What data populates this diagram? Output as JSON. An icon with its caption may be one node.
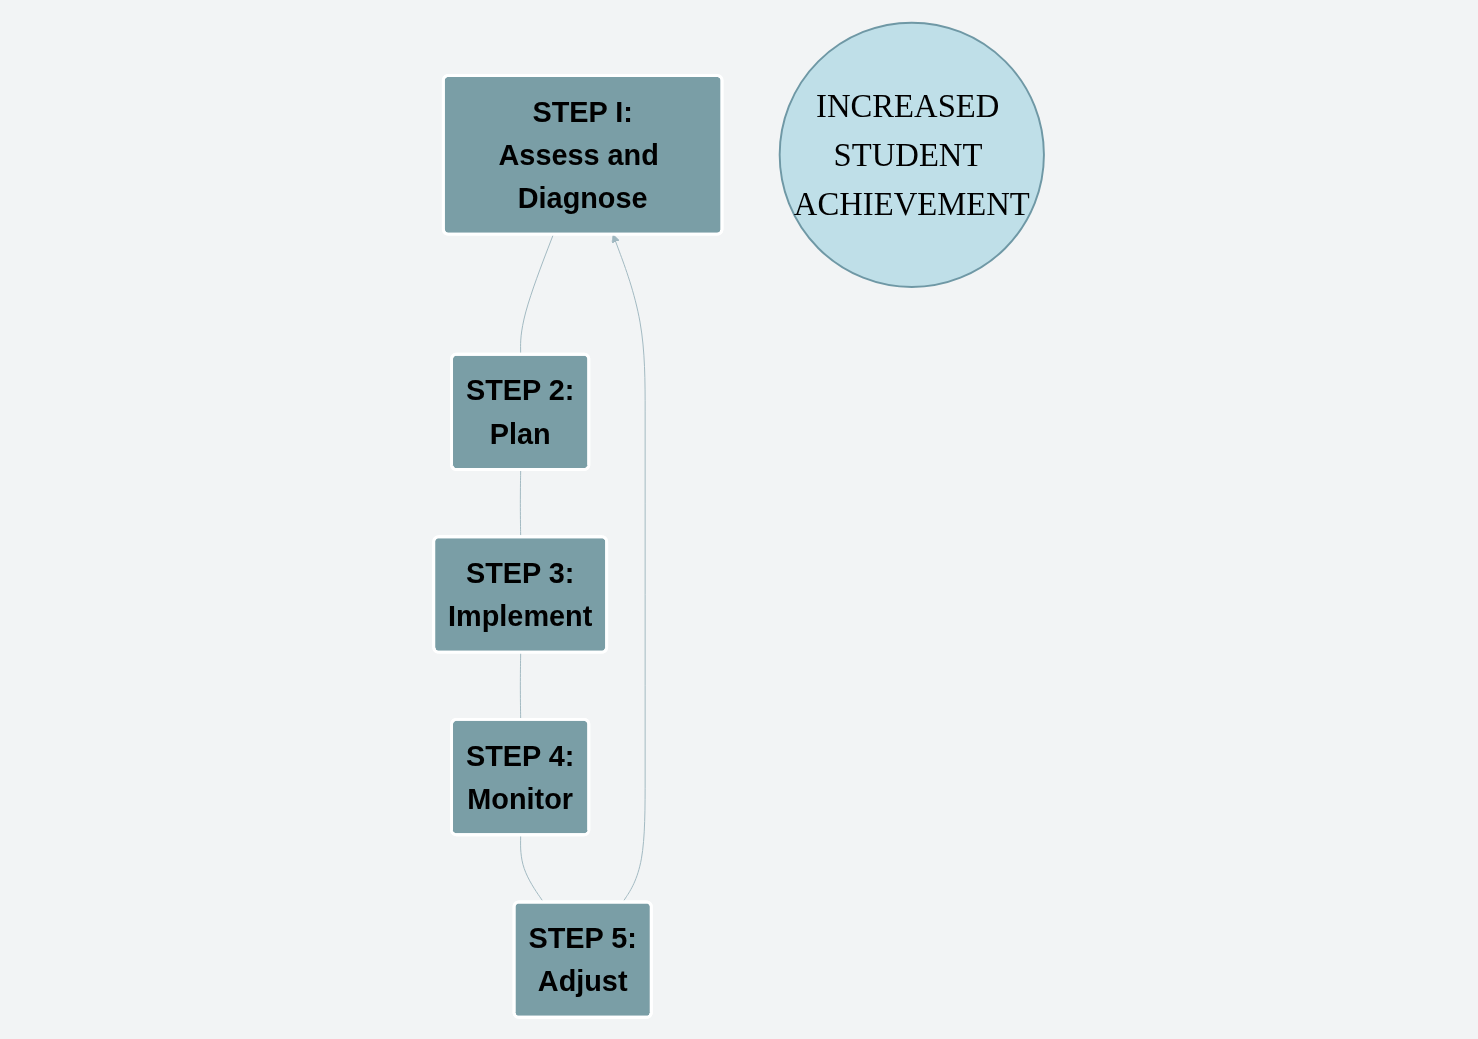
{
  "diagram": {
    "nodes": [
      {
        "text": [
          "STEP I:",
          "Assess and Diagnose"
        ]
      },
      {
        "text": [
          "STEP 2:",
          "Plan"
        ]
      },
      {
        "text": [
          "STEP 3:",
          "Implement"
        ]
      },
      {
        "text": [
          "STEP 4:",
          "Monitor"
        ]
      },
      {
        "text": [
          "STEP 5:",
          "Adjust"
        ]
      },
      {
        "text": [
          "INCREASED STUDENT ACHIEVEMENT"
        ]
      }
    ],
    "edges": [
      {
        "from": 0,
        "to": 1,
        "arrow": "none"
      },
      {
        "from": 1,
        "to": 2,
        "arrow": "none"
      },
      {
        "from": 2,
        "to": 3,
        "arrow": "none"
      },
      {
        "from": 3,
        "to": 4,
        "arrow": "none"
      },
      {
        "from": 4,
        "to": 0,
        "arrow": "to"
      }
    ]
  }
}
